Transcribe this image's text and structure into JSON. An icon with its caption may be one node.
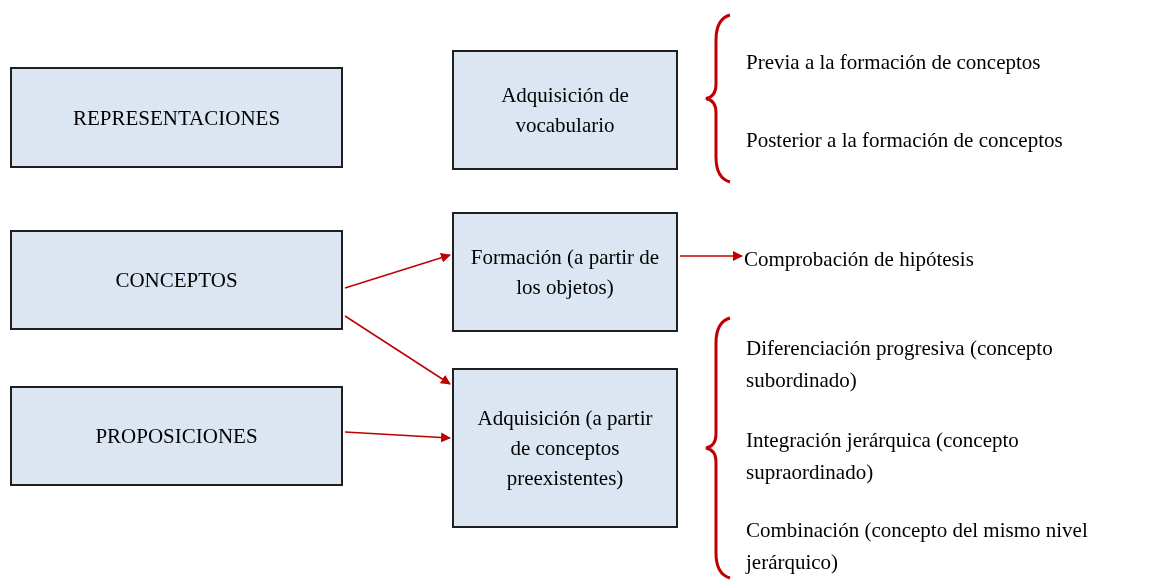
{
  "diagram": {
    "nodes": [
      {
        "text": [
          "REPRESENTACIONES"
        ]
      },
      {
        "text": [
          "Adquisición de vocabulario"
        ]
      },
      {
        "text": [
          "CONCEPTOS"
        ]
      },
      {
        "text": [
          "Formación (a partir de los objetos)"
        ]
      },
      {
        "text": [
          "Comprobación de hipótesis"
        ]
      },
      {
        "text": [
          "PROPOSICIONES"
        ]
      },
      {
        "text": [
          "Adquisición (a partir de conceptos preexistentes)"
        ]
      }
    ],
    "edges": [
      {
        "from": 2,
        "to": 3,
        "arrow": "to"
      },
      {
        "from": 2,
        "to": 6,
        "arrow": "to"
      },
      {
        "from": 5,
        "to": 6,
        "arrow": "to"
      },
      {
        "from": 3,
        "to": 4,
        "arrow": "to"
      }
    ],
    "labels": [
      "Previa a la formación de conceptos",
      "Posterior a la formación de conceptos",
      "Diferenciación progresiva (concepto subordinado)",
      "Integración jerárquica (concepto supraordinado)",
      "Combinación (concepto del mismo nivel jerárquico)"
    ]
  }
}
